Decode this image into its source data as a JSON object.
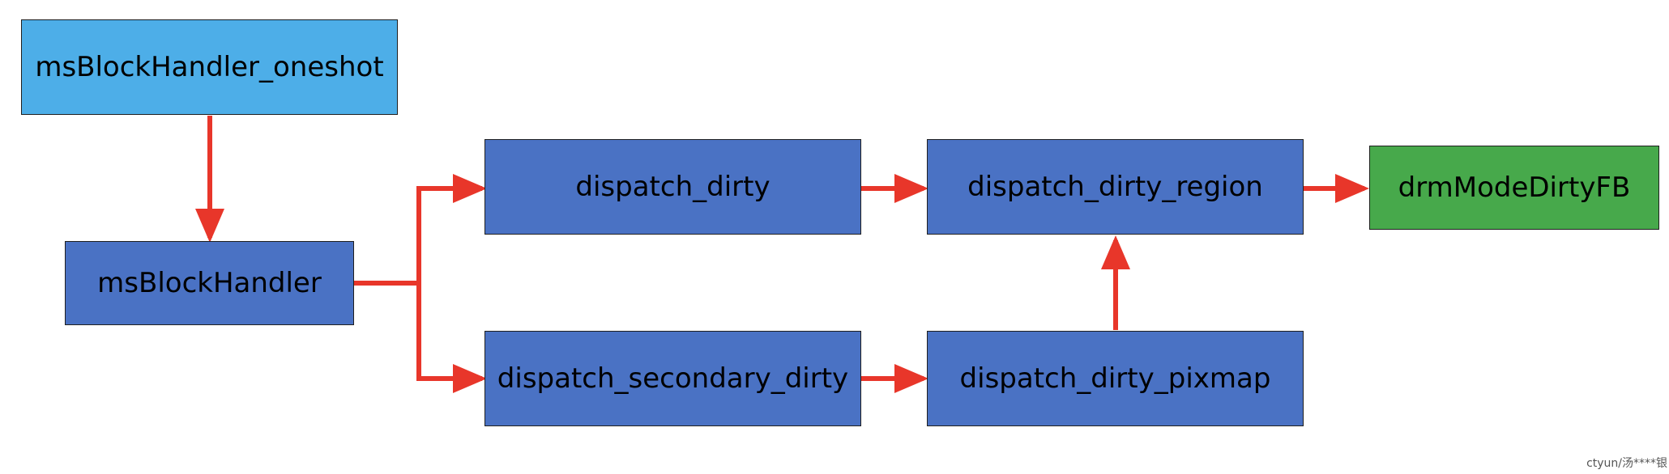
{
  "colors": {
    "oneshot_fill": "#4DAEE8",
    "node_fill": "#4A72C4",
    "terminal_fill": "#47A94B",
    "arrow": "#E8362A"
  },
  "nodes": {
    "oneshot": "msBlockHandler_oneshot",
    "block_handler": "msBlockHandler",
    "dispatch_dirty": "dispatch_dirty",
    "dispatch_secondary_dirty": "dispatch_secondary_dirty",
    "dispatch_dirty_region": "dispatch_dirty_region",
    "dispatch_dirty_pixmap": "dispatch_dirty_pixmap",
    "drm_mode_dirty_fb": "drmModeDirtyFB"
  },
  "edges": [
    {
      "from": "msBlockHandler_oneshot",
      "to": "msBlockHandler"
    },
    {
      "from": "msBlockHandler",
      "to": "dispatch_dirty"
    },
    {
      "from": "msBlockHandler",
      "to": "dispatch_secondary_dirty"
    },
    {
      "from": "dispatch_dirty",
      "to": "dispatch_dirty_region"
    },
    {
      "from": "dispatch_secondary_dirty",
      "to": "dispatch_dirty_pixmap"
    },
    {
      "from": "dispatch_dirty_pixmap",
      "to": "dispatch_dirty_region"
    },
    {
      "from": "dispatch_dirty_region",
      "to": "drmModeDirtyFB"
    }
  ],
  "watermark": "ctyun/汤****银"
}
